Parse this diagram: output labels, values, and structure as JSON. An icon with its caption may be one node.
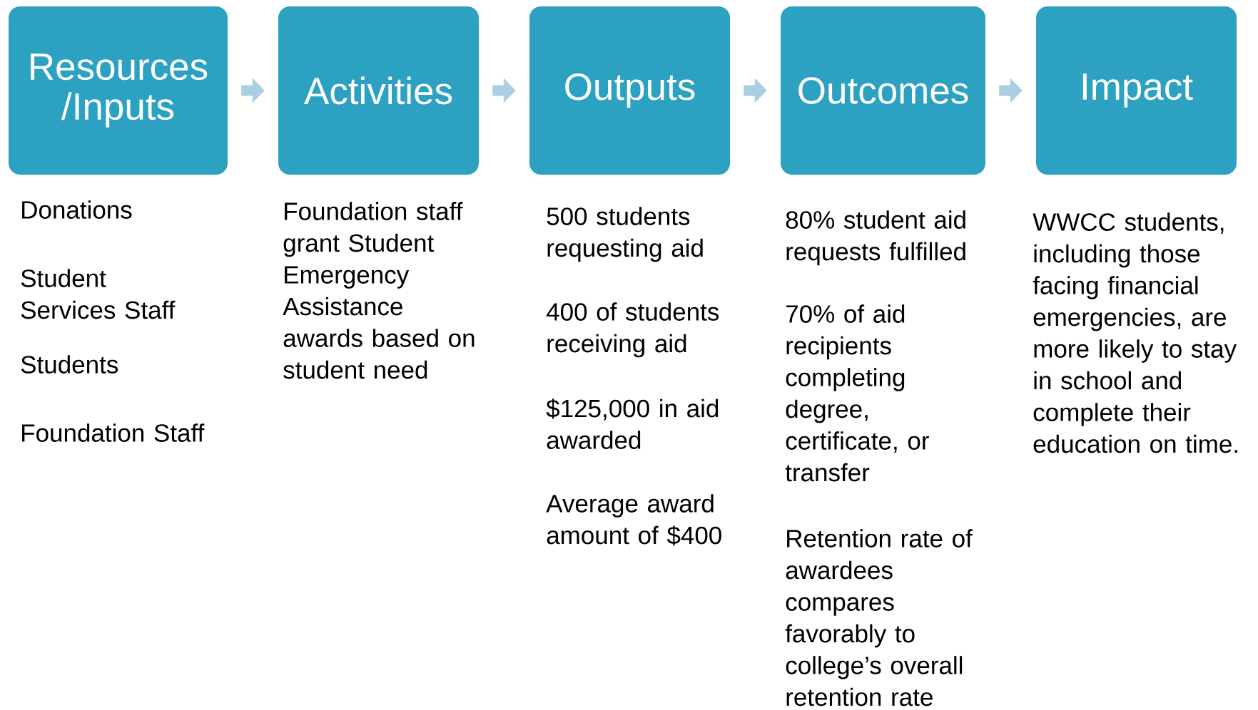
{
  "diagram": {
    "nodes": [
      {
        "text": [
          "Resources /Inputs"
        ],
        "beside": [
          "Donations",
          "Student Services Staff",
          "Students",
          "Foundation Staff"
        ]
      },
      {
        "text": [
          "Activities"
        ],
        "beside": [
          "Foundation staff grant Student Emergency Assistance awards based on student need"
        ]
      },
      {
        "text": [
          "Outputs"
        ],
        "beside": [
          "500 students requesting aid",
          "400 of students receiving aid",
          "$125,000 in aid awarded",
          "Average award amount of $400"
        ]
      },
      {
        "text": [
          "Outcomes"
        ],
        "beside": [
          "80%  student aid requests fulfilled",
          "70% of aid recipients completing degree, certificate, or transfer",
          "Retention rate of awardees compares favorably to college’s overall retention rate"
        ]
      },
      {
        "text": [
          "Impact"
        ],
        "beside": [
          "WWCC students, including those facing financial emergencies, are more likely to stay in school and complete their education on time."
        ]
      }
    ],
    "edges": [
      {
        "from": 0,
        "to": 1,
        "arrow": "to"
      },
      {
        "from": 1,
        "to": 2,
        "arrow": "to"
      },
      {
        "from": 2,
        "to": 3,
        "arrow": "to"
      },
      {
        "from": 3,
        "to": 4,
        "arrow": "to"
      }
    ]
  }
}
